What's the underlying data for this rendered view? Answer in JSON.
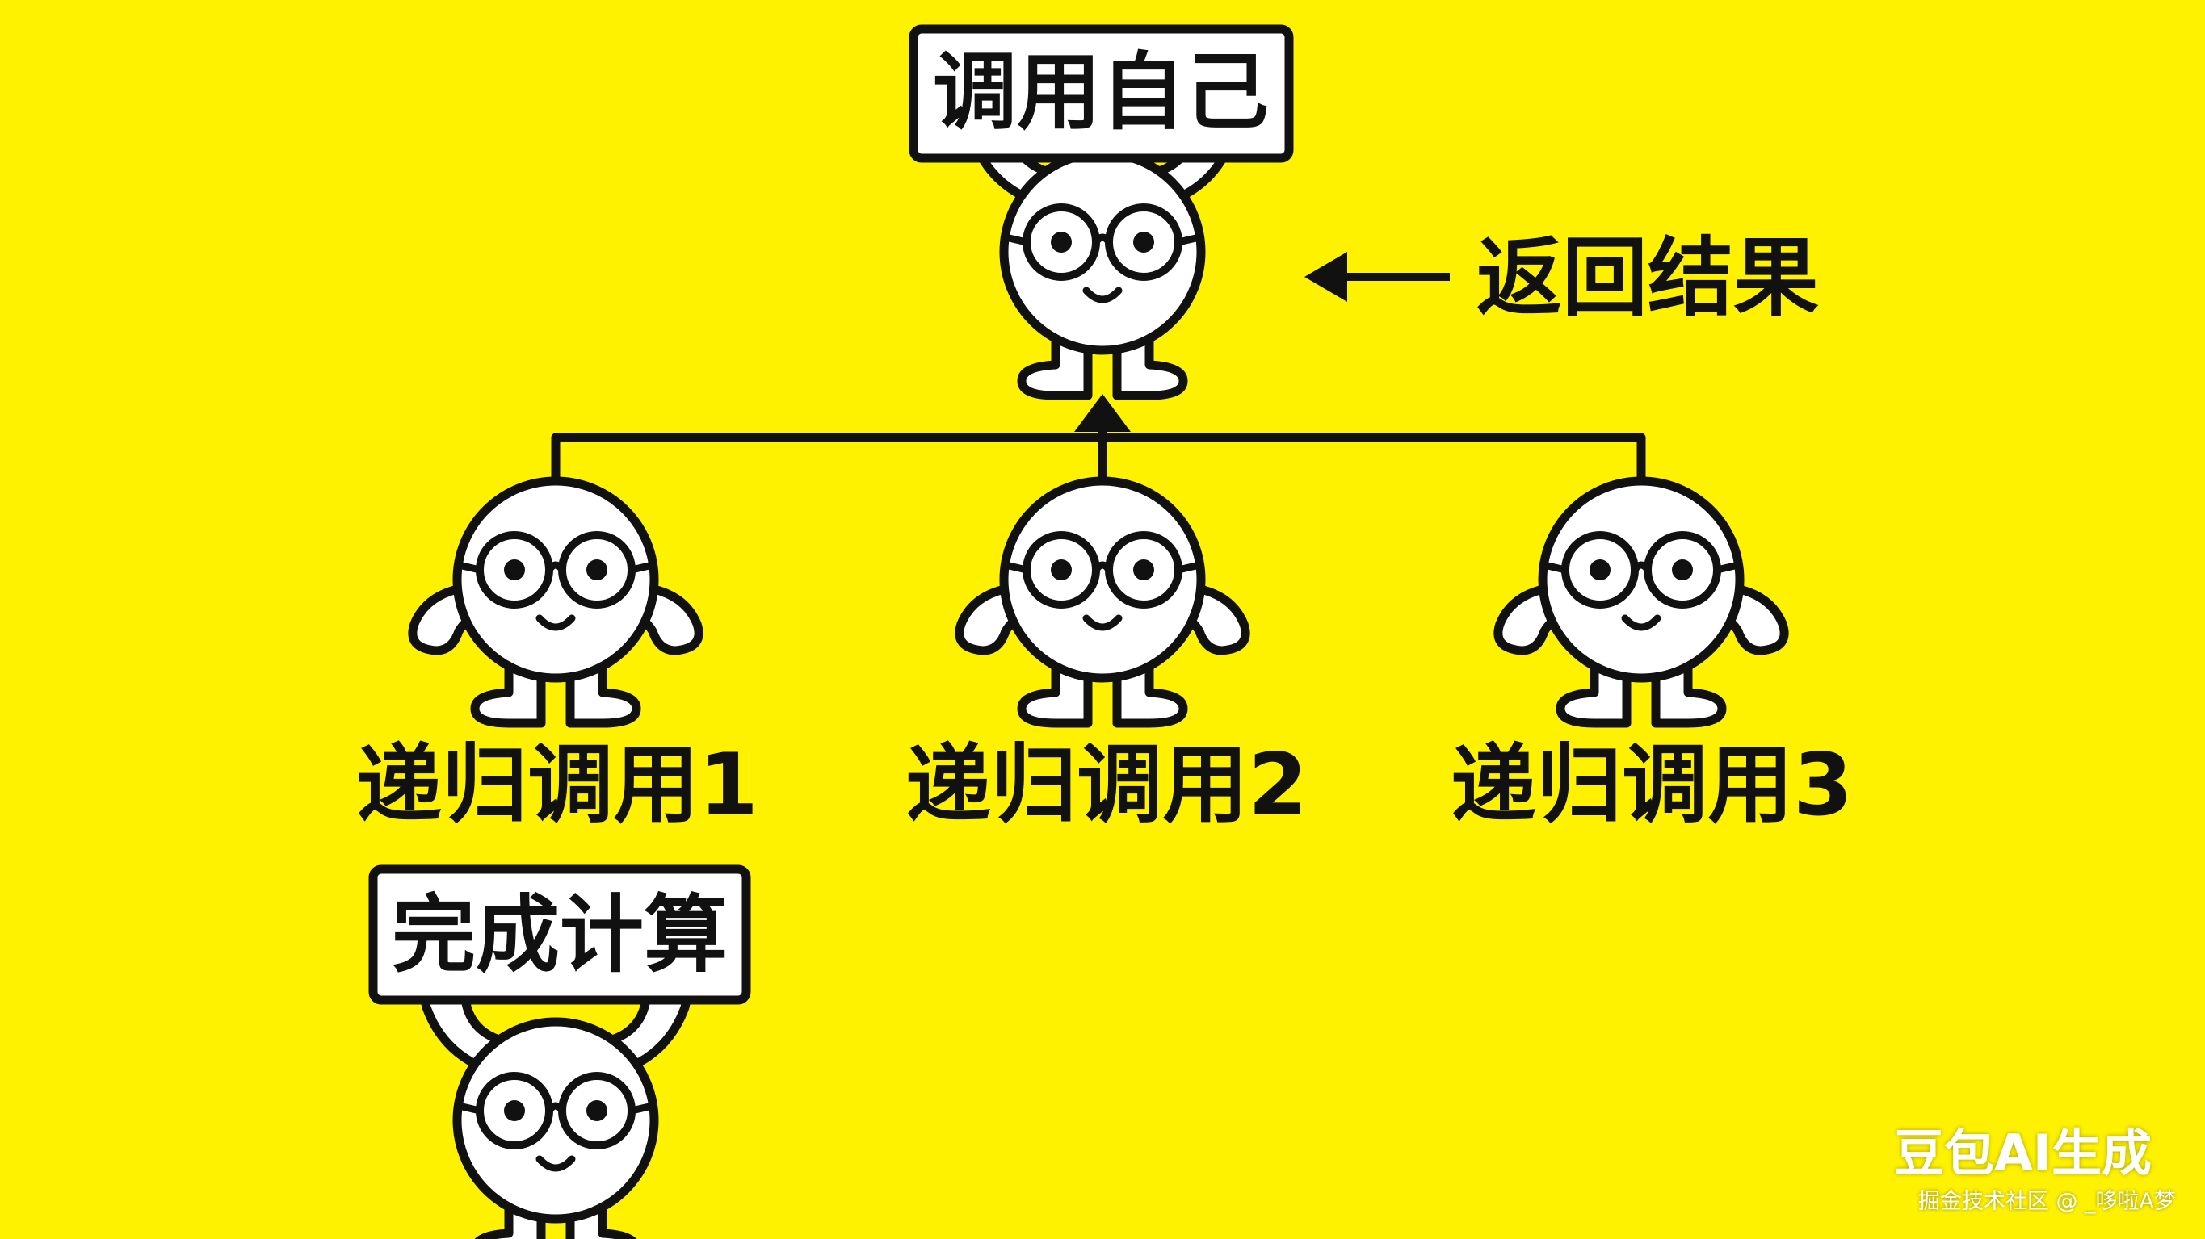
{
  "diagram": {
    "top_sign": "调用自己",
    "return_label": "返回结果",
    "recursive_calls": [
      "递归调用1",
      "递归调用2",
      "递归调用3"
    ],
    "bottom_sign": "完成计算"
  },
  "watermark": {
    "brand": "豆包AI生成",
    "credit": "掘金技术社区 @ _哆啦A梦"
  },
  "colors": {
    "background": "#FFF200",
    "ink": "#111111",
    "character_fill": "#FFFFFF"
  }
}
